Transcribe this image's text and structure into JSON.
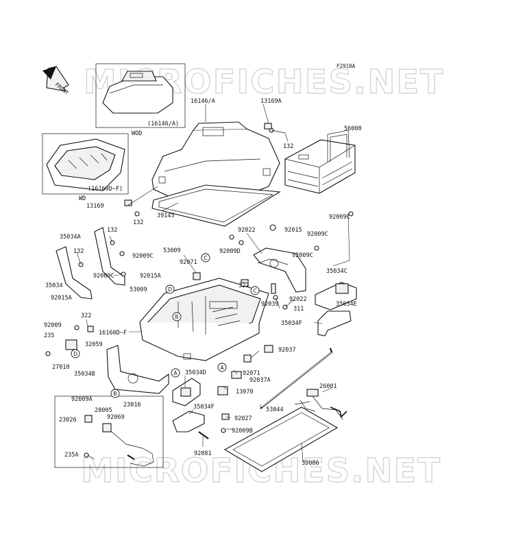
{
  "figure_code": "F2910A",
  "watermark_text": "MICROFICHES.NET",
  "front_arrow_label": "FRONT",
  "insets": [
    {
      "id": "wod",
      "caption": "(16146/A)",
      "variant": "WOD"
    },
    {
      "id": "wd",
      "caption": "(16160D~F)",
      "variant": "WD"
    }
  ],
  "callouts": [
    "A",
    "B",
    "C",
    "D"
  ],
  "part_labels": [
    {
      "id": "p16146a",
      "text": "16146/A"
    },
    {
      "id": "p13169a",
      "text": "13169A"
    },
    {
      "id": "p56008",
      "text": "56008"
    },
    {
      "id": "p132a",
      "text": "132"
    },
    {
      "id": "p13169",
      "text": "13169"
    },
    {
      "id": "p132b",
      "text": "132"
    },
    {
      "id": "p39145",
      "text": "39145"
    },
    {
      "id": "p92009c_a",
      "text": "92009C"
    },
    {
      "id": "p92022a",
      "text": "92022"
    },
    {
      "id": "p92015",
      "text": "92015"
    },
    {
      "id": "p92009c_b",
      "text": "92009C"
    },
    {
      "id": "p35034a",
      "text": "35034A"
    },
    {
      "id": "p132c",
      "text": "132"
    },
    {
      "id": "p92009d",
      "text": "92009D"
    },
    {
      "id": "p92009c_c",
      "text": "92009C"
    },
    {
      "id": "p132d",
      "text": "132"
    },
    {
      "id": "p53009a",
      "text": "53009"
    },
    {
      "id": "p92009c_d",
      "text": "92009C"
    },
    {
      "id": "p92071a",
      "text": "92071"
    },
    {
      "id": "p35034c",
      "text": "35034C"
    },
    {
      "id": "p92009c_e",
      "text": "92009C"
    },
    {
      "id": "p92015a_a",
      "text": "92015A"
    },
    {
      "id": "p35034",
      "text": "35034"
    },
    {
      "id": "p322a",
      "text": "322"
    },
    {
      "id": "p92015a_b",
      "text": "92015A"
    },
    {
      "id": "p53009b",
      "text": "53009"
    },
    {
      "id": "p92039",
      "text": "92039"
    },
    {
      "id": "p92022b",
      "text": "92022"
    },
    {
      "id": "p35034e",
      "text": "35034E"
    },
    {
      "id": "p311",
      "text": "311"
    },
    {
      "id": "p322b",
      "text": "322"
    },
    {
      "id": "p92009",
      "text": "92009"
    },
    {
      "id": "p16160",
      "text": "16160D~F"
    },
    {
      "id": "p35034f_a",
      "text": "35034F"
    },
    {
      "id": "p235",
      "text": "235"
    },
    {
      "id": "p32059",
      "text": "32059"
    },
    {
      "id": "p92037",
      "text": "92037"
    },
    {
      "id": "p27010",
      "text": "27010"
    },
    {
      "id": "p35034b",
      "text": "35034B"
    },
    {
      "id": "p35034d",
      "text": "35034D"
    },
    {
      "id": "p92071b",
      "text": "92071"
    },
    {
      "id": "p92037a",
      "text": "92037A"
    },
    {
      "id": "p26001",
      "text": "26001"
    },
    {
      "id": "p13070",
      "text": "13070"
    },
    {
      "id": "p92009a",
      "text": "92009A"
    },
    {
      "id": "p23016",
      "text": "23016"
    },
    {
      "id": "p28005",
      "text": "28005"
    },
    {
      "id": "p35034f_b",
      "text": "35034F"
    },
    {
      "id": "p53044",
      "text": "53044"
    },
    {
      "id": "p23026",
      "text": "23026"
    },
    {
      "id": "p92069",
      "text": "92069"
    },
    {
      "id": "p92027",
      "text": "92027"
    },
    {
      "id": "p92009b",
      "text": "92009B"
    },
    {
      "id": "p235a",
      "text": "235A"
    },
    {
      "id": "p92081",
      "text": "92081"
    },
    {
      "id": "p39086",
      "text": "39086"
    }
  ]
}
